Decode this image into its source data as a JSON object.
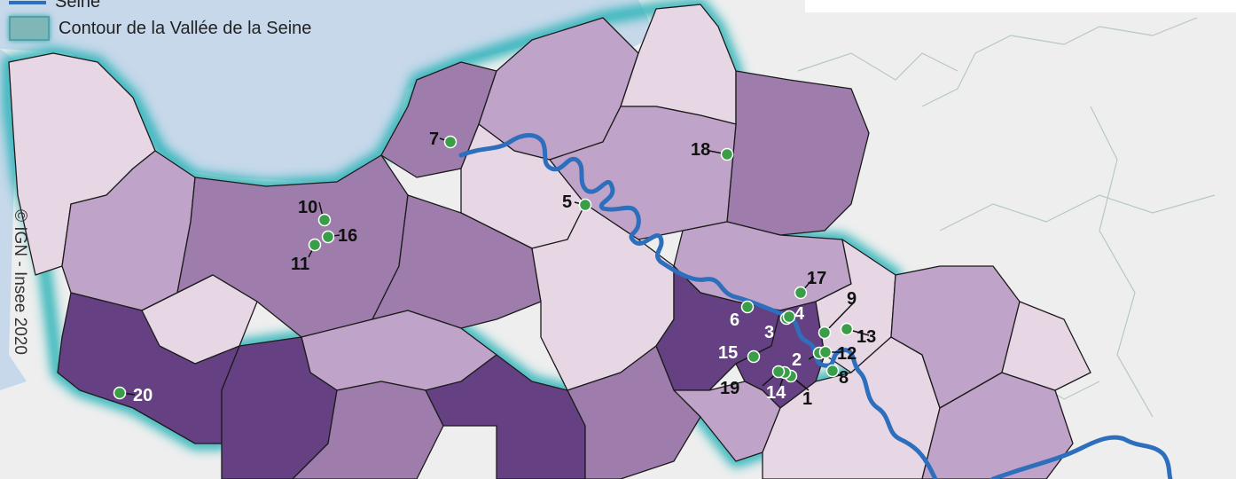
{
  "legend": {
    "seine_label": "Seine",
    "contour_label": "Contour de la Vallée de la Seine"
  },
  "copyright": "© IGN - Insee 2020",
  "colors": {
    "sea": "#c6d8ea",
    "outside": "#eeeeee",
    "seine": "#2e6fbd",
    "glow": "#2bb3b8",
    "class1": "#e7d7e5",
    "class2": "#c0a3c8",
    "class3": "#9e7cab",
    "class4": "#654082",
    "marker": "#3a9e48"
  },
  "markers": [
    {
      "id": "1",
      "label": "1"
    },
    {
      "id": "2",
      "label": "2"
    },
    {
      "id": "3",
      "label": "3"
    },
    {
      "id": "4",
      "label": "4"
    },
    {
      "id": "5",
      "label": "5"
    },
    {
      "id": "6",
      "label": "6"
    },
    {
      "id": "7",
      "label": "7"
    },
    {
      "id": "8",
      "label": "8"
    },
    {
      "id": "9",
      "label": "9"
    },
    {
      "id": "10",
      "label": "10"
    },
    {
      "id": "11",
      "label": "11"
    },
    {
      "id": "12",
      "label": "12"
    },
    {
      "id": "13",
      "label": "13"
    },
    {
      "id": "14",
      "label": "14"
    },
    {
      "id": "15",
      "label": "15"
    },
    {
      "id": "16",
      "label": "16"
    },
    {
      "id": "17",
      "label": "17"
    },
    {
      "id": "18",
      "label": "18"
    },
    {
      "id": "19",
      "label": "19"
    },
    {
      "id": "20",
      "label": "20"
    }
  ]
}
